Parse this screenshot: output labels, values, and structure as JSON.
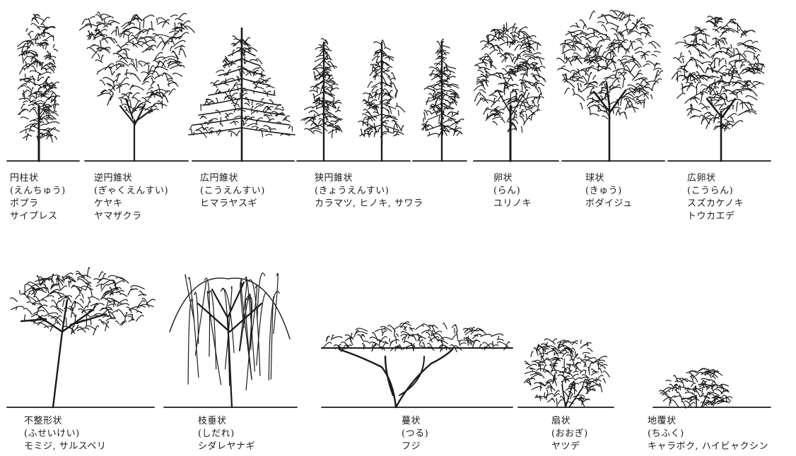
{
  "top_row": [
    {
      "name": "円柱状",
      "reading": "(えんちゅう)",
      "examples": [
        "ポプラ",
        "サイプレス"
      ]
    },
    {
      "name": "逆円錐状",
      "reading": "(ぎゃくえんすい)",
      "examples": [
        "ケヤキ",
        "ヤマザクラ"
      ]
    },
    {
      "name": "広円錐状",
      "reading": "(こうえんすい)",
      "examples": [
        "ヒマラヤスギ"
      ]
    },
    {
      "name": "狭円錐状",
      "reading": "(きょうえんすい)",
      "examples": [
        "カラマツ, ヒノキ, サワラ"
      ]
    },
    {
      "name": "卵状",
      "reading": "(らん)",
      "examples": [
        "ユリノキ"
      ]
    },
    {
      "name": "球状",
      "reading": "(きゅう)",
      "examples": [
        "ボダイジュ"
      ]
    },
    {
      "name": "広卵状",
      "reading": "(こうらん)",
      "examples": [
        "スズカケノキ",
        "トウカエデ"
      ]
    }
  ],
  "bottom_row": [
    {
      "name": "不整形状",
      "reading": "(ふせいけい)",
      "examples": [
        "モミジ, サルスベリ"
      ]
    },
    {
      "name": "枝垂状",
      "reading": "(しだれ)",
      "examples": [
        "シダレヤナギ"
      ]
    },
    {
      "name": "蔓状",
      "reading": "(つる)",
      "examples": [
        "フジ"
      ]
    },
    {
      "name": "扇状",
      "reading": "(おおぎ)",
      "examples": [
        "ヤツデ"
      ]
    },
    {
      "name": "地覆状",
      "reading": "(ちふく)",
      "examples": [
        "キャラボク, ハイビャクシン"
      ]
    }
  ]
}
